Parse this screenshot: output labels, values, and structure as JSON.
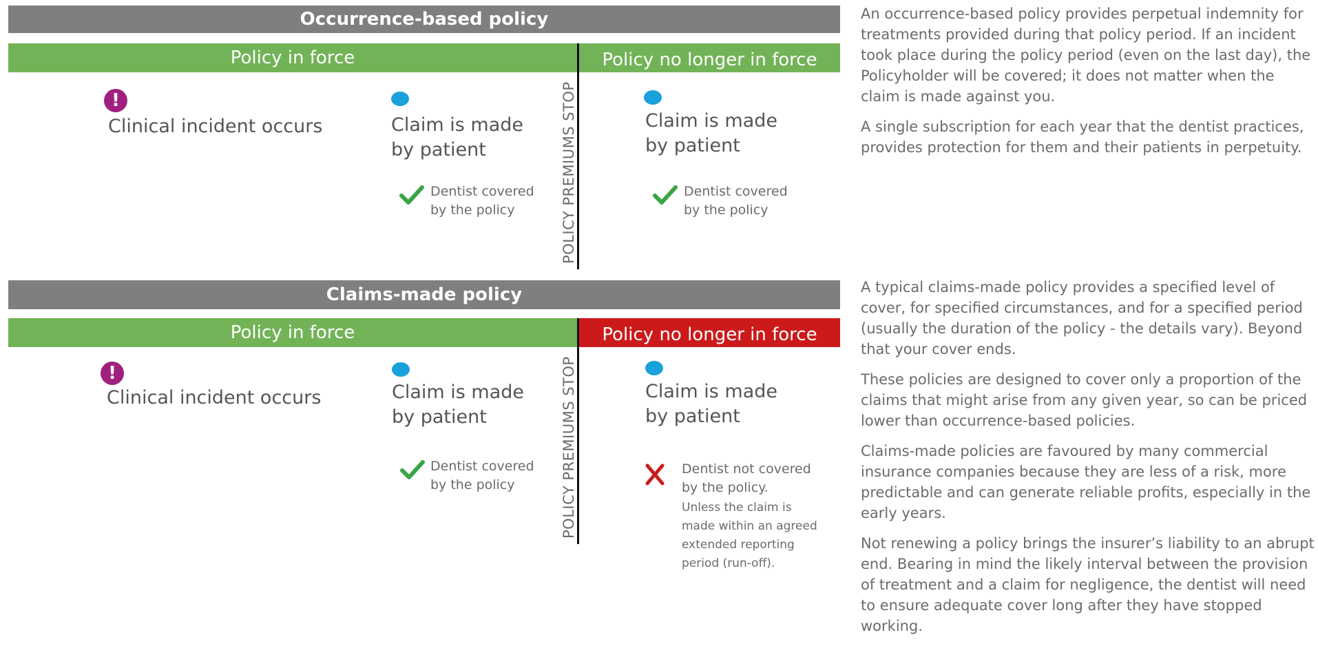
{
  "colors": {
    "header_gray": "#7f7f7f",
    "in_force_green": "#72b357",
    "no_longer_red": "#cc1a1b",
    "claim_dot_blue": "#1aa0db",
    "incident_purple": "#a0207f",
    "check_green": "#3aa446",
    "cross_red": "#cc1a1b"
  },
  "icons": {
    "incident": "exclamation-circle-icon",
    "claim": "blue-dot-icon",
    "covered": "check-icon",
    "not_covered": "x-icon"
  },
  "occurrence": {
    "title": "Occurrence-based policy",
    "in_force": "Policy in force",
    "no_longer": "Policy no longer in force",
    "premiums_stop": "POLICY PREMIUMS STOP",
    "incident": "Clinical incident occurs",
    "claim1_line1": "Claim is made",
    "claim1_line2": "by patient",
    "covered1_line1": "Dentist covered",
    "covered1_line2": "by the policy",
    "claim2_line1": "Claim is made",
    "claim2_line2": "by patient",
    "covered2_line1": "Dentist covered",
    "covered2_line2": "by the policy",
    "paragraphs": [
      "An occurrence-based policy provides perpetual indemnity for treatments provided during that policy period. If an incident took place during the policy period (even on the last day), the Policyholder will be covered; it does not matter when the claim is made against you.",
      "A single subscription for each year that the dentist practices, provides protection for them and their patients in perpetuity."
    ]
  },
  "claims_made": {
    "title": "Claims-made policy",
    "in_force": "Policy in force",
    "no_longer": "Policy no longer in force",
    "premiums_stop": "POLICY PREMIUMS STOP",
    "incident": "Clinical incident occurs",
    "claim1_line1": "Claim is made",
    "claim1_line2": "by patient",
    "covered1_line1": "Dentist covered",
    "covered1_line2": "by the policy",
    "claim2_line1": "Claim is made",
    "claim2_line2": "by patient",
    "not_covered_line1": "Dentist not covered",
    "not_covered_line2": "by the policy.",
    "runoff_line1": "Unless the claim is",
    "runoff_line2": "made within an agreed",
    "runoff_line3": "extended reporting",
    "runoff_line4": "period (run-off).",
    "paragraphs": [
      "A typical claims-made policy provides a specified level of cover, for specified circumstances, and for a specified period (usually the duration of the policy - the details vary). Beyond that your cover ends.",
      "These policies are designed to cover only a proportion of the claims that might arise from any given year, so can be priced lower than occurrence-based policies.",
      "Claims-made policies are favoured by many commercial insurance companies because they are less of a risk, more predictable and can generate reliable profits, especially in the early years.",
      "Not renewing a policy brings the insurer’s liability to an abrupt end. Bearing in mind the likely interval between the provision of treatment and a claim for negligence, the dentist will need to ensure adequate cover long after they have stopped working."
    ]
  }
}
